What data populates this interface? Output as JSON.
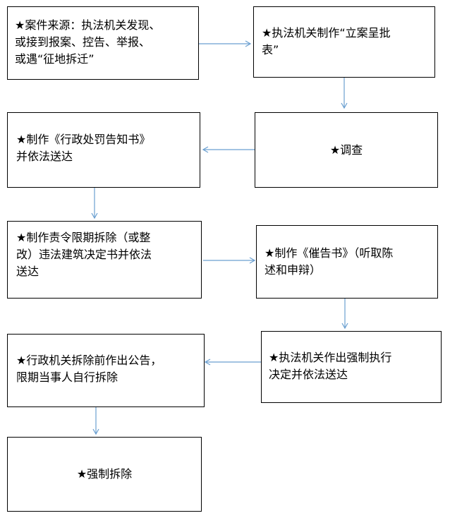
{
  "diagram": {
    "arrow_color": "#6a9fd0",
    "steps": [
      {
        "id": "s1",
        "lines": [
          "★案件来源：执法机关发现、",
          "或接到报案、控告、举报、",
          "或遇“征地拆迁”"
        ]
      },
      {
        "id": "s2",
        "lines": [
          "★执法机关制作“立案呈批",
          "表”"
        ]
      },
      {
        "id": "s3",
        "lines": [
          "★调查"
        ]
      },
      {
        "id": "s4",
        "lines": [
          "★制作《行政处罚告知书》",
          "并依法送达"
        ]
      },
      {
        "id": "s5",
        "lines": [
          "★制作责令限期拆除（或整",
          "改）违法建筑决定书并依法",
          "送达"
        ]
      },
      {
        "id": "s6",
        "lines": [
          "★制作《催告书》（听取陈",
          "述和申辩）"
        ]
      },
      {
        "id": "s7",
        "lines": [
          "★执法机关作出强制执行",
          "决定并依法送达"
        ]
      },
      {
        "id": "s8",
        "lines": [
          "★行政机关拆除前作出公告，",
          "限期当事人自行拆除"
        ]
      },
      {
        "id": "s9",
        "lines": [
          "★强制拆除"
        ]
      }
    ]
  }
}
